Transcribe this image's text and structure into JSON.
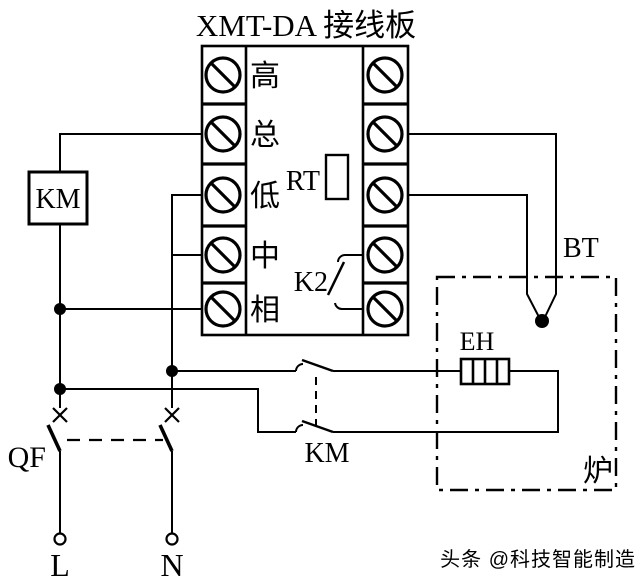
{
  "title": "XMT-DA 接线板",
  "board": {
    "terminal_labels": [
      "高",
      "总",
      "低",
      "中",
      "相"
    ]
  },
  "components": {
    "km_coil_label": "KM",
    "rt_label": "RT",
    "k2_label": "K2",
    "km_contacts_label": "KM",
    "bt_label": "BT",
    "eh_label": "EH",
    "furnace_label": "炉",
    "qf_label": "QF",
    "line_terminal_label": "L",
    "neutral_terminal_label": "N"
  },
  "watermark": "头条 @科技智能制造",
  "colors": {
    "line": "#000000",
    "background": "#ffffff",
    "watermark": "#b9b9b9"
  }
}
